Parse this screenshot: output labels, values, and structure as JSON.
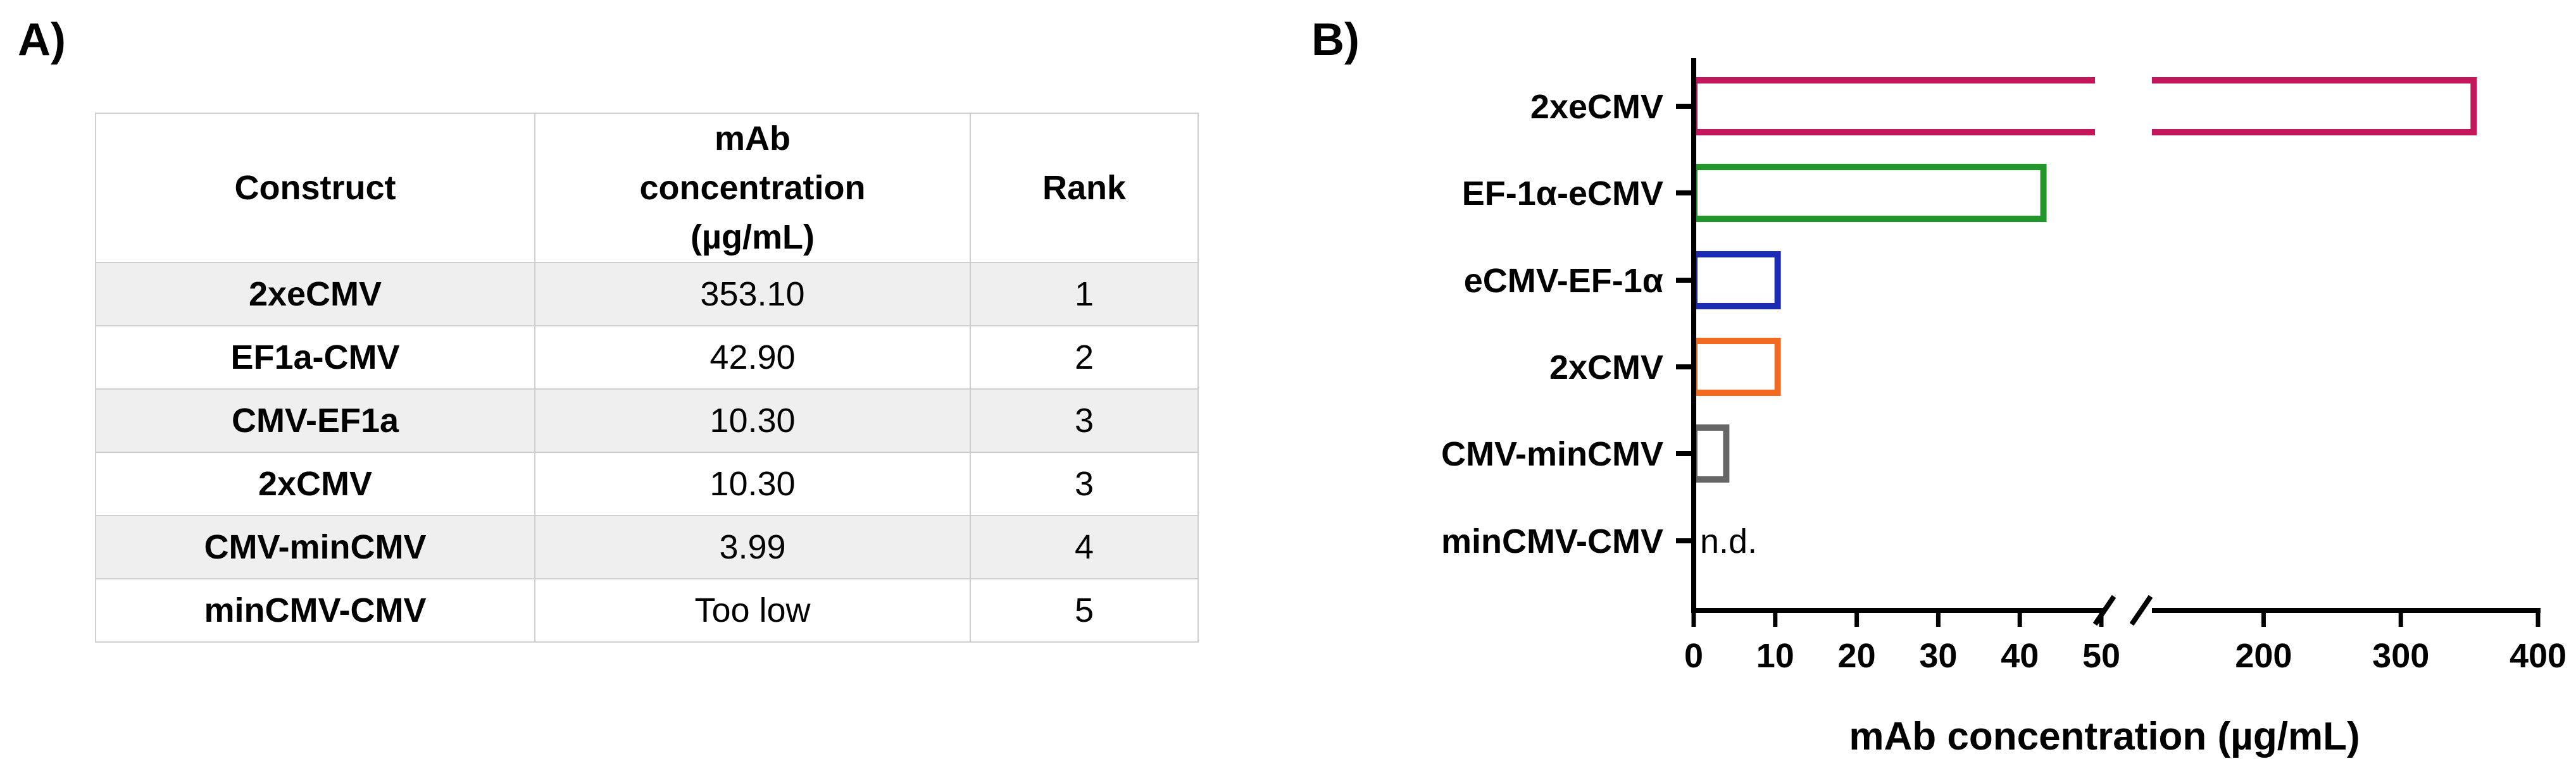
{
  "panels": {
    "a_label": "A)",
    "b_label": "B)"
  },
  "table": {
    "headers": [
      "Construct",
      "mAb concentration (µg/mL)",
      "Rank"
    ],
    "rows": [
      {
        "construct": "2xeCMV",
        "concentration": "353.10",
        "rank": "1"
      },
      {
        "construct": "EF1a-CMV",
        "concentration": "42.90",
        "rank": "2"
      },
      {
        "construct": "CMV-EF1a",
        "concentration": "10.30",
        "rank": "3"
      },
      {
        "construct": "2xCMV",
        "concentration": "10.30",
        "rank": "3"
      },
      {
        "construct": "CMV-minCMV",
        "concentration": "3.99",
        "rank": "4"
      },
      {
        "construct": "minCMV-CMV",
        "concentration": "Too low",
        "rank": "5"
      }
    ]
  },
  "chart_data": {
    "type": "bar",
    "orientation": "horizontal",
    "xlabel": "mAb concentration (µg/mL)",
    "ylabel": "",
    "axis_break": {
      "after": 50,
      "resume": 120
    },
    "segments": [
      {
        "range": [
          0,
          50
        ]
      },
      {
        "range": [
          120,
          400
        ]
      }
    ],
    "xticks": [
      0,
      10,
      20,
      30,
      40,
      50,
      200,
      300,
      400
    ],
    "categories": [
      "2xeCMV",
      "EF-1α-eCMV",
      "eCMV-EF-1α",
      "2xCMV",
      "CMV-minCMV",
      "minCMV-CMV"
    ],
    "values": [
      353.1,
      42.9,
      10.3,
      10.3,
      3.99,
      null
    ],
    "colors": [
      "#c2185b",
      "#23962b",
      "#1c2bb4",
      "#f26a21",
      "#666666",
      "#000000"
    ],
    "annotations": [
      {
        "category": "minCMV-CMV",
        "text": "n.d."
      }
    ],
    "bar_style": "outline",
    "grid": false
  }
}
